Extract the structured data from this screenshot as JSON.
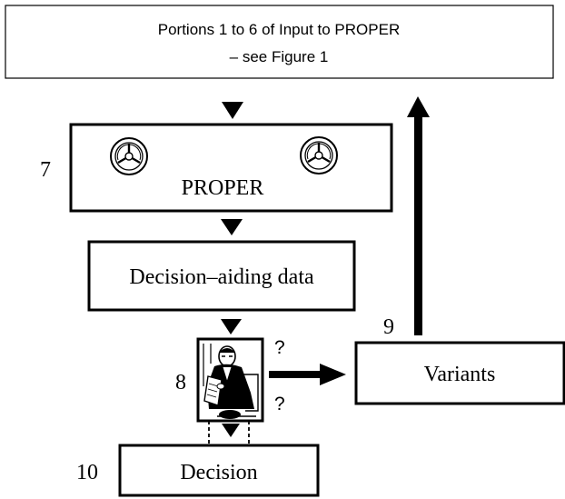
{
  "input_box": {
    "line1": "Portions 1 to 6 of Input to PROPER",
    "line2": "– see Figure 1"
  },
  "proper_box": {
    "label": "PROPER",
    "number": "7"
  },
  "decision_aiding_box": {
    "label": "Decision–aiding data"
  },
  "decision_maker": {
    "number": "8",
    "question_top": "?",
    "question_bottom": "?",
    "icon": "decision-maker-icon"
  },
  "variants_box": {
    "label": "Variants"
  },
  "feedback": {
    "number": "9"
  },
  "decision_box": {
    "label": "Decision",
    "number": "10"
  },
  "icons": [
    "tape-reel-icon",
    "tape-reel-icon",
    "decision-maker-icon"
  ],
  "colors": {
    "ink": "#000000",
    "background": "#ffffff"
  }
}
